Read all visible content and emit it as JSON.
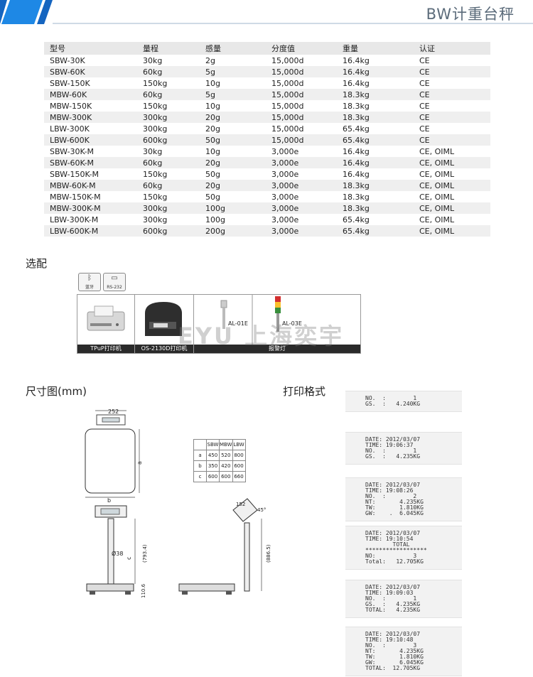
{
  "header": {
    "title": "BW计重台秤"
  },
  "spec_table": {
    "columns": [
      "型号",
      "量程",
      "感量",
      "分度值",
      "重量",
      "认证"
    ],
    "rows": [
      [
        "SBW-30K",
        "30kg",
        "2g",
        "15,000d",
        "16.4kg",
        "CE"
      ],
      [
        "SBW-60K",
        "60kg",
        "5g",
        "15,000d",
        "16.4kg",
        "CE"
      ],
      [
        "SBW-150K",
        "150kg",
        "10g",
        "15,000d",
        "16.4kg",
        "CE"
      ],
      [
        "MBW-60K",
        "60kg",
        "5g",
        "15,000d",
        "18.3kg",
        "CE"
      ],
      [
        "MBW-150K",
        "150kg",
        "10g",
        "15,000d",
        "18.3kg",
        "CE"
      ],
      [
        "MBW-300K",
        "300kg",
        "20g",
        "15,000d",
        "18.3kg",
        "CE"
      ],
      [
        "LBW-300K",
        "300kg",
        "20g",
        "15,000d",
        "65.4kg",
        "CE"
      ],
      [
        "LBW-600K",
        "600kg",
        "50g",
        "15,000d",
        "65.4kg",
        "CE"
      ],
      [
        "SBW-30K-M",
        "30kg",
        "10g",
        "3,000e",
        "16.4kg",
        "CE, OIML"
      ],
      [
        "SBW-60K-M",
        "60kg",
        "20g",
        "3,000e",
        "16.4kg",
        "CE, OIML"
      ],
      [
        "SBW-150K-M",
        "150kg",
        "50g",
        "3,000e",
        "16.4kg",
        "CE, OIML"
      ],
      [
        "MBW-60K-M",
        "60kg",
        "20g",
        "3,000e",
        "18.3kg",
        "CE, OIML"
      ],
      [
        "MBW-150K-M",
        "150kg",
        "50g",
        "3,000e",
        "18.3kg",
        "CE, OIML"
      ],
      [
        "MBW-300K-M",
        "300kg",
        "100g",
        "3,000e",
        "18.3kg",
        "CE, OIML"
      ],
      [
        "LBW-300K-M",
        "300kg",
        "100g",
        "3,000e",
        "65.4kg",
        "CE, OIML"
      ],
      [
        "LBW-600K-M",
        "600kg",
        "200g",
        "3,000e",
        "65.4kg",
        "CE, OIML"
      ]
    ]
  },
  "options": {
    "title": "选配",
    "interfaces": [
      {
        "label": "蓝牙",
        "icon": "bluetooth-icon"
      },
      {
        "label": "RS-232",
        "icon": "rs232-port-icon"
      }
    ],
    "accessories": [
      {
        "caption": "TPuP打印机"
      },
      {
        "caption": "OS-2130D打印机"
      },
      {
        "caption": "报警灯",
        "tags": [
          "AL-01E",
          "AL-03E"
        ]
      }
    ]
  },
  "watermark": "EYU 上海奕宇",
  "dimensions": {
    "title": "尺寸图(mm)",
    "labels": {
      "top_width": "252",
      "a": "a",
      "b": "b",
      "c": "c",
      "pole": "Ø38",
      "h1": "(793.4)",
      "base": "110.6",
      "side_h": "(886.5)",
      "angle": "45°",
      "side_w": "152"
    },
    "table": {
      "headers": [
        "",
        "SBW",
        "MBW",
        "LBW"
      ],
      "rows": [
        [
          "a",
          "450",
          "520",
          "800"
        ],
        [
          "b",
          "350",
          "420",
          "600"
        ],
        [
          "c",
          "600",
          "600",
          "660"
        ]
      ]
    }
  },
  "print_format": {
    "title": "打印格式",
    "receipts": [
      [
        "NO.  :        1",
        "GS.  :   4.240KG"
      ],
      [
        "DATE: 2012/03/07",
        "TIME: 19:06:37",
        "NO.  :        1",
        "GS.  :   4.235KG"
      ],
      [
        "DATE: 2012/03/07",
        "TIME: 19:08:26",
        "NO.  :        2",
        "NT:       4.235KG",
        "TW:       1.810KG",
        "GW:    .  6.045KG"
      ],
      [
        "DATE: 2012/03/07",
        "TIME: 19:10:54",
        "        TOTAL",
        "******************",
        "NO:           3",
        "Total:   12.705KG"
      ],
      [
        "DATE: 2012/03/07",
        "TIME: 19:09:03",
        "NO.  :        1",
        "GS.  :   4.235KG",
        "TOTAL:   4.235KG"
      ],
      [
        "DATE: 2012/03/07",
        "TIME: 19:10:48",
        "NO.  :        3",
        "NT:       4.235KG",
        "TW:       1.810KG",
        "GW:       6.045KG",
        "TOTAL:  12.705KG"
      ]
    ]
  }
}
